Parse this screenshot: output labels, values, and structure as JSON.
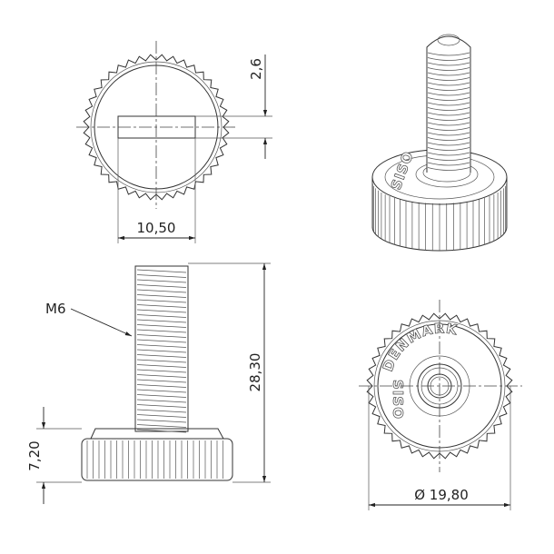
{
  "dimensions": {
    "slot_depth": "2,6",
    "slot_width": "10,50",
    "thread": "M6",
    "total_length": "28,30",
    "head_height": "7,20",
    "head_diameter": "Ø 19,80"
  },
  "engraving": {
    "top": "DENMARK",
    "left": "SISO"
  },
  "colors": {
    "line": "#333333",
    "background": "#ffffff"
  }
}
